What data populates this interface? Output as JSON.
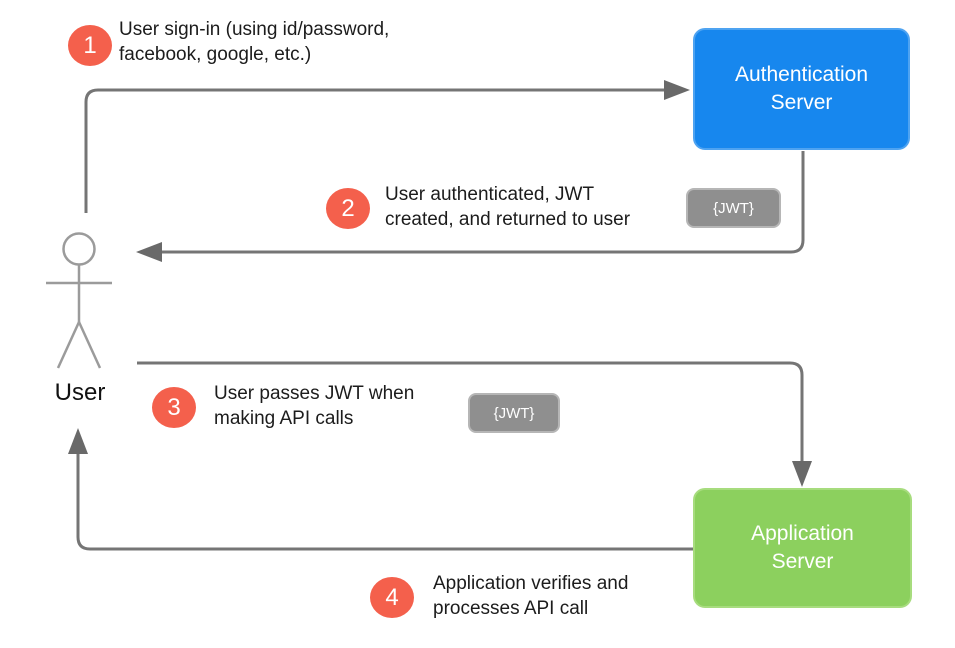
{
  "actors": {
    "user": {
      "label": "User"
    },
    "auth_server": {
      "line1": "Authentication",
      "line2": "Server",
      "color": "#1787EE"
    },
    "app_server": {
      "line1": "Application",
      "line2": "Server",
      "color": "#8CD05E"
    }
  },
  "steps": [
    {
      "num": "1",
      "line1": "User sign-in (using id/password,",
      "line2": "facebook, google, etc.)"
    },
    {
      "num": "2",
      "line1": "User authenticated, JWT",
      "line2": "created, and returned to user",
      "badge": "{JWT}"
    },
    {
      "num": "3",
      "line1": "User passes JWT when",
      "line2": "making API calls",
      "badge": "{JWT}"
    },
    {
      "num": "4",
      "line1": "Application verifies and",
      "line2": "processes API call"
    }
  ],
  "colors": {
    "step_circle": "#F4604C",
    "auth_server_box": "#1787EE",
    "app_server_box": "#8CD05E",
    "jwt_badge": "#8F8F8F",
    "arrow": "#757575",
    "stick_figure": "#9b9b9b",
    "text": "#1c1c1c"
  }
}
